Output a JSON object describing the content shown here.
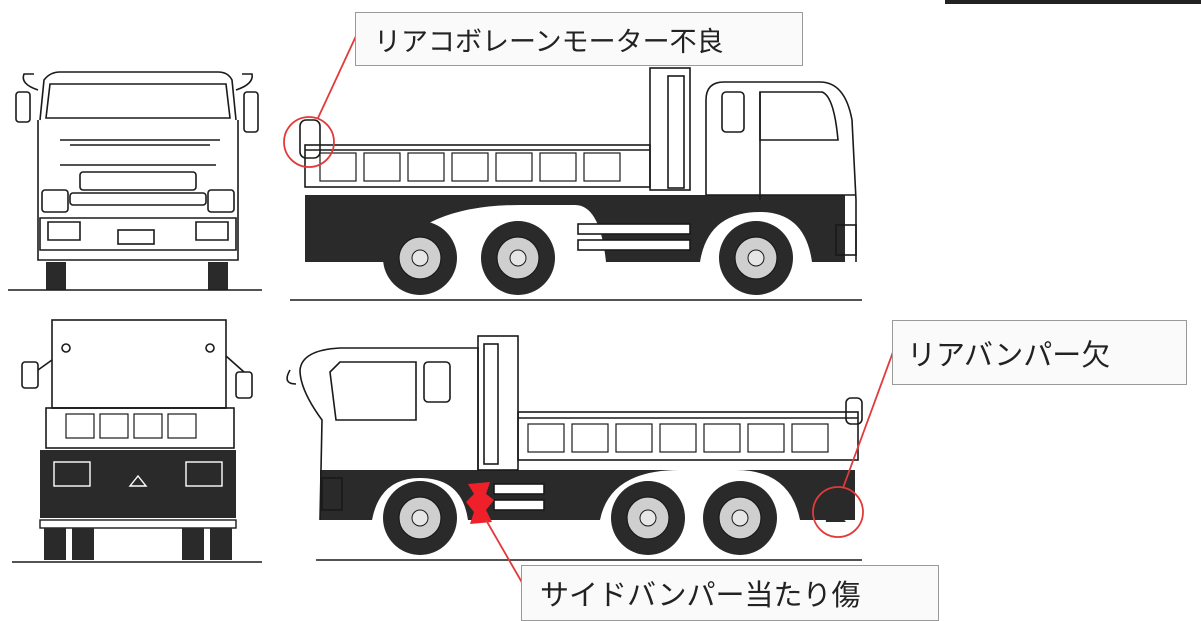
{
  "labels": {
    "rear_motor": "リアコボレーンモーター不良",
    "rear_bumper": "リアバンパー欠",
    "side_bumper": "サイドバンパー当たり傷"
  },
  "colors": {
    "line": "#1a1a1a",
    "chassis": "#2a2a2a",
    "callout_line": "#e23a3a",
    "damage_mark": "#f0202a",
    "callout_border": "#9a9a9a"
  },
  "views": [
    "truck-front-view",
    "truck-left-side-view",
    "truck-rear-view",
    "truck-right-side-view"
  ]
}
